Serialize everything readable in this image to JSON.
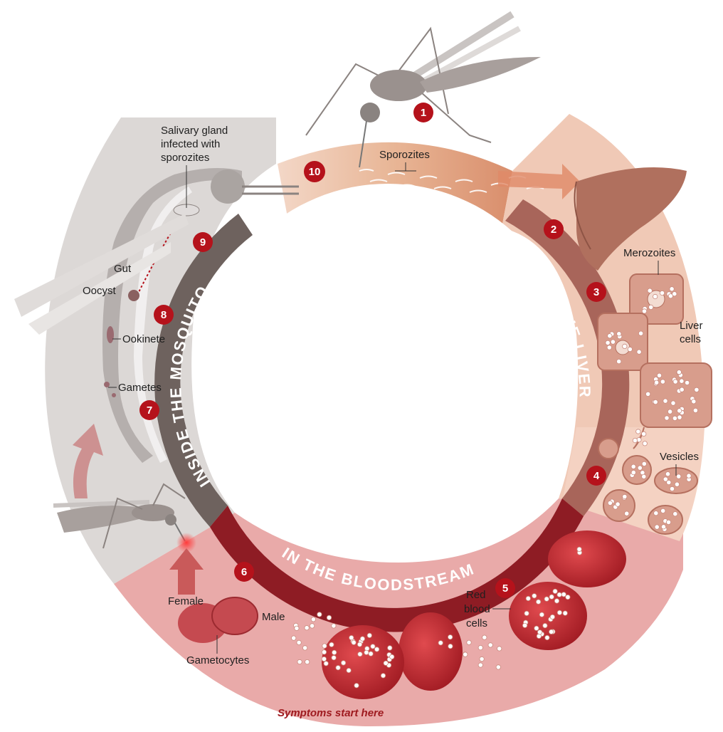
{
  "sections": {
    "mosquito": "INSIDE THE MOSQUITO",
    "liver": "IN THE LIVER",
    "bloodstream": "IN THE BLOODSTREAM"
  },
  "labels": {
    "salivary_1": "Salivary gland",
    "salivary_2": "infected with",
    "salivary_3": "sporozites",
    "sporozites": "Sporozites",
    "gut": "Gut",
    "oocyst": "Oocyst",
    "ookinete": "Ookinete",
    "gametes": "Gametes",
    "merozoites": "Merozoites",
    "liver_cells_1": "Liver",
    "liver_cells_2": "cells",
    "vesicles": "Vesicles",
    "rbc_1": "Red",
    "rbc_2": "blood",
    "rbc_3": "cells",
    "female": "Female",
    "male": "Male",
    "gametocytes": "Gametocytes",
    "symptoms": "Symptoms start here"
  },
  "steps": [
    "1",
    "2",
    "3",
    "4",
    "5",
    "6",
    "7",
    "8",
    "9",
    "10"
  ],
  "colors": {
    "step_badge": "#b5121b",
    "mosquito_band": "#6e625e",
    "liver_band": "#a8655a",
    "blood_band": "#8e1c24",
    "mosquito_bg": "#dcd8d6",
    "liver_bg": "#f0c9b6",
    "blood_bg": "#e7a3a3"
  }
}
